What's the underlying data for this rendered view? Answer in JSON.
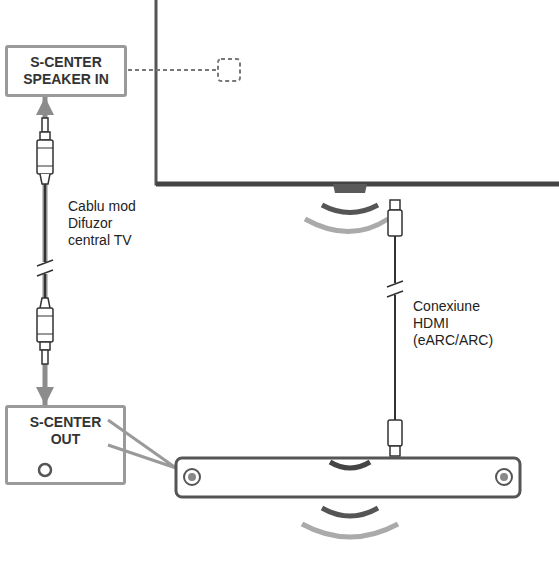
{
  "diagram": {
    "nodes": [
      {
        "text": [
          "S-CENTER SPEAKER IN"
        ]
      },
      {
        "text": [
          "S-CENTER OUT"
        ]
      }
    ],
    "edges": [
      {
        "from": 0,
        "to": 1,
        "arrow": "both",
        "label": "Cablu mod Difuzor central TV"
      }
    ],
    "labels": [
      "Conexiune HDMI (eARC/ARC)"
    ]
  }
}
